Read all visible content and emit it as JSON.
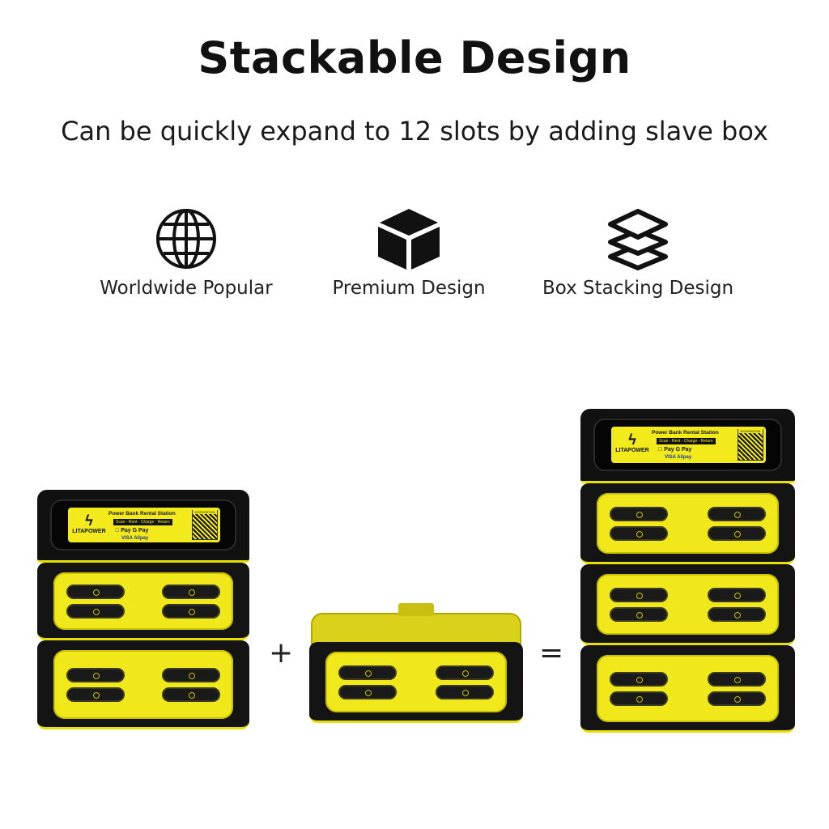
{
  "header": {
    "title": "Stackable Design",
    "subtitle": "Can be quickly expand to 12 slots by adding slave box"
  },
  "features": [
    {
      "icon": "globe-icon",
      "label": "Worldwide Popular"
    },
    {
      "icon": "cube-icon",
      "label": "Premium Design"
    },
    {
      "icon": "layers-icon",
      "label": "Box Stacking Design"
    }
  ],
  "sticker": {
    "brand": "LITAPOWER",
    "title": "Power Bank Rental Station",
    "steps": "Scan - Rent - Charge - Return",
    "pay1": " Pay  G Pay",
    "pay2": "VISA   Alipay",
    "serial": "XG230927001"
  },
  "operators": {
    "plus": "+",
    "equals": "="
  },
  "colors": {
    "accent": "#f0e81a",
    "body": "#141414"
  }
}
